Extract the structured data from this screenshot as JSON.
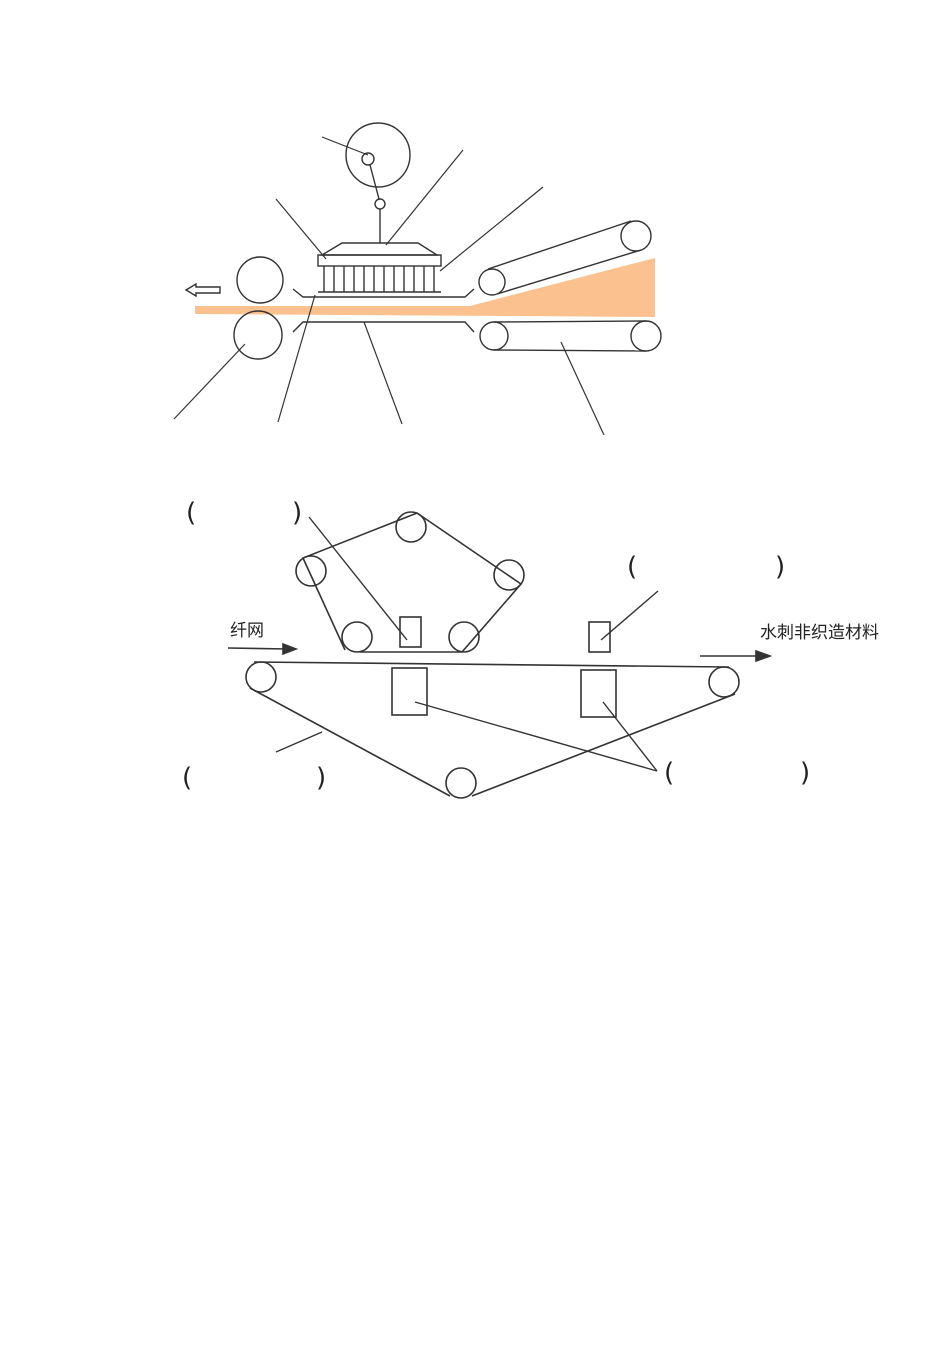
{
  "colors": {
    "stroke": "#333333",
    "fiber_web": "#fbc18f",
    "background": "#ffffff"
  },
  "needle_diagram": {
    "arrow_icon": "left-arrow-outline"
  },
  "hydro_diagram": {
    "input_label": "纤网",
    "output_label": "水刺非织造材料",
    "blanks": [
      {
        "open": "(",
        "close": ")"
      },
      {
        "open": "(",
        "close": ")"
      },
      {
        "open": "(",
        "close": ")"
      },
      {
        "open": "(",
        "close": ")"
      }
    ]
  }
}
